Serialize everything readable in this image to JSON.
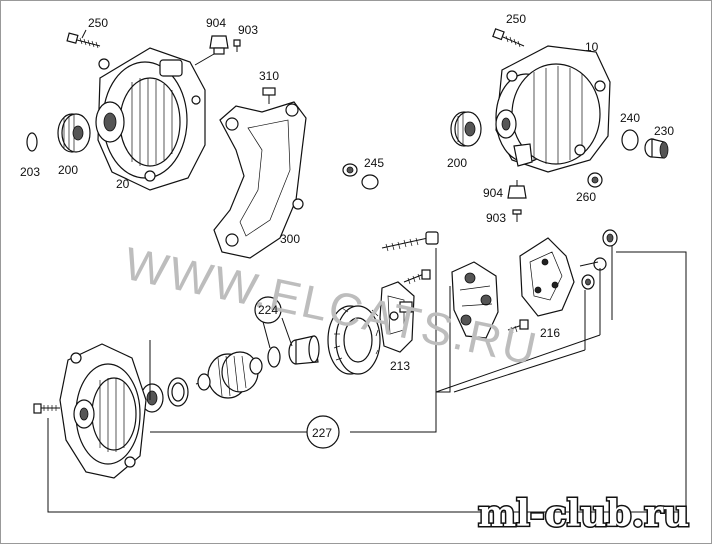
{
  "diagram": {
    "callouts": {
      "c250a": "250",
      "c904a": "904",
      "c903a": "903",
      "c310": "310",
      "c203": "203",
      "c200a": "200",
      "c20": "20",
      "c300": "300",
      "c245": "245",
      "c250b": "250",
      "c10": "10",
      "c240": "240",
      "c230": "230",
      "c200b": "200",
      "c904b": "904",
      "c903b": "903",
      "c260": "260",
      "c224": "224",
      "c213": "213",
      "c216": "216",
      "c227": "227"
    },
    "watermark": "WWW.ELCATS.RU",
    "brand": "ml-club.ru"
  }
}
